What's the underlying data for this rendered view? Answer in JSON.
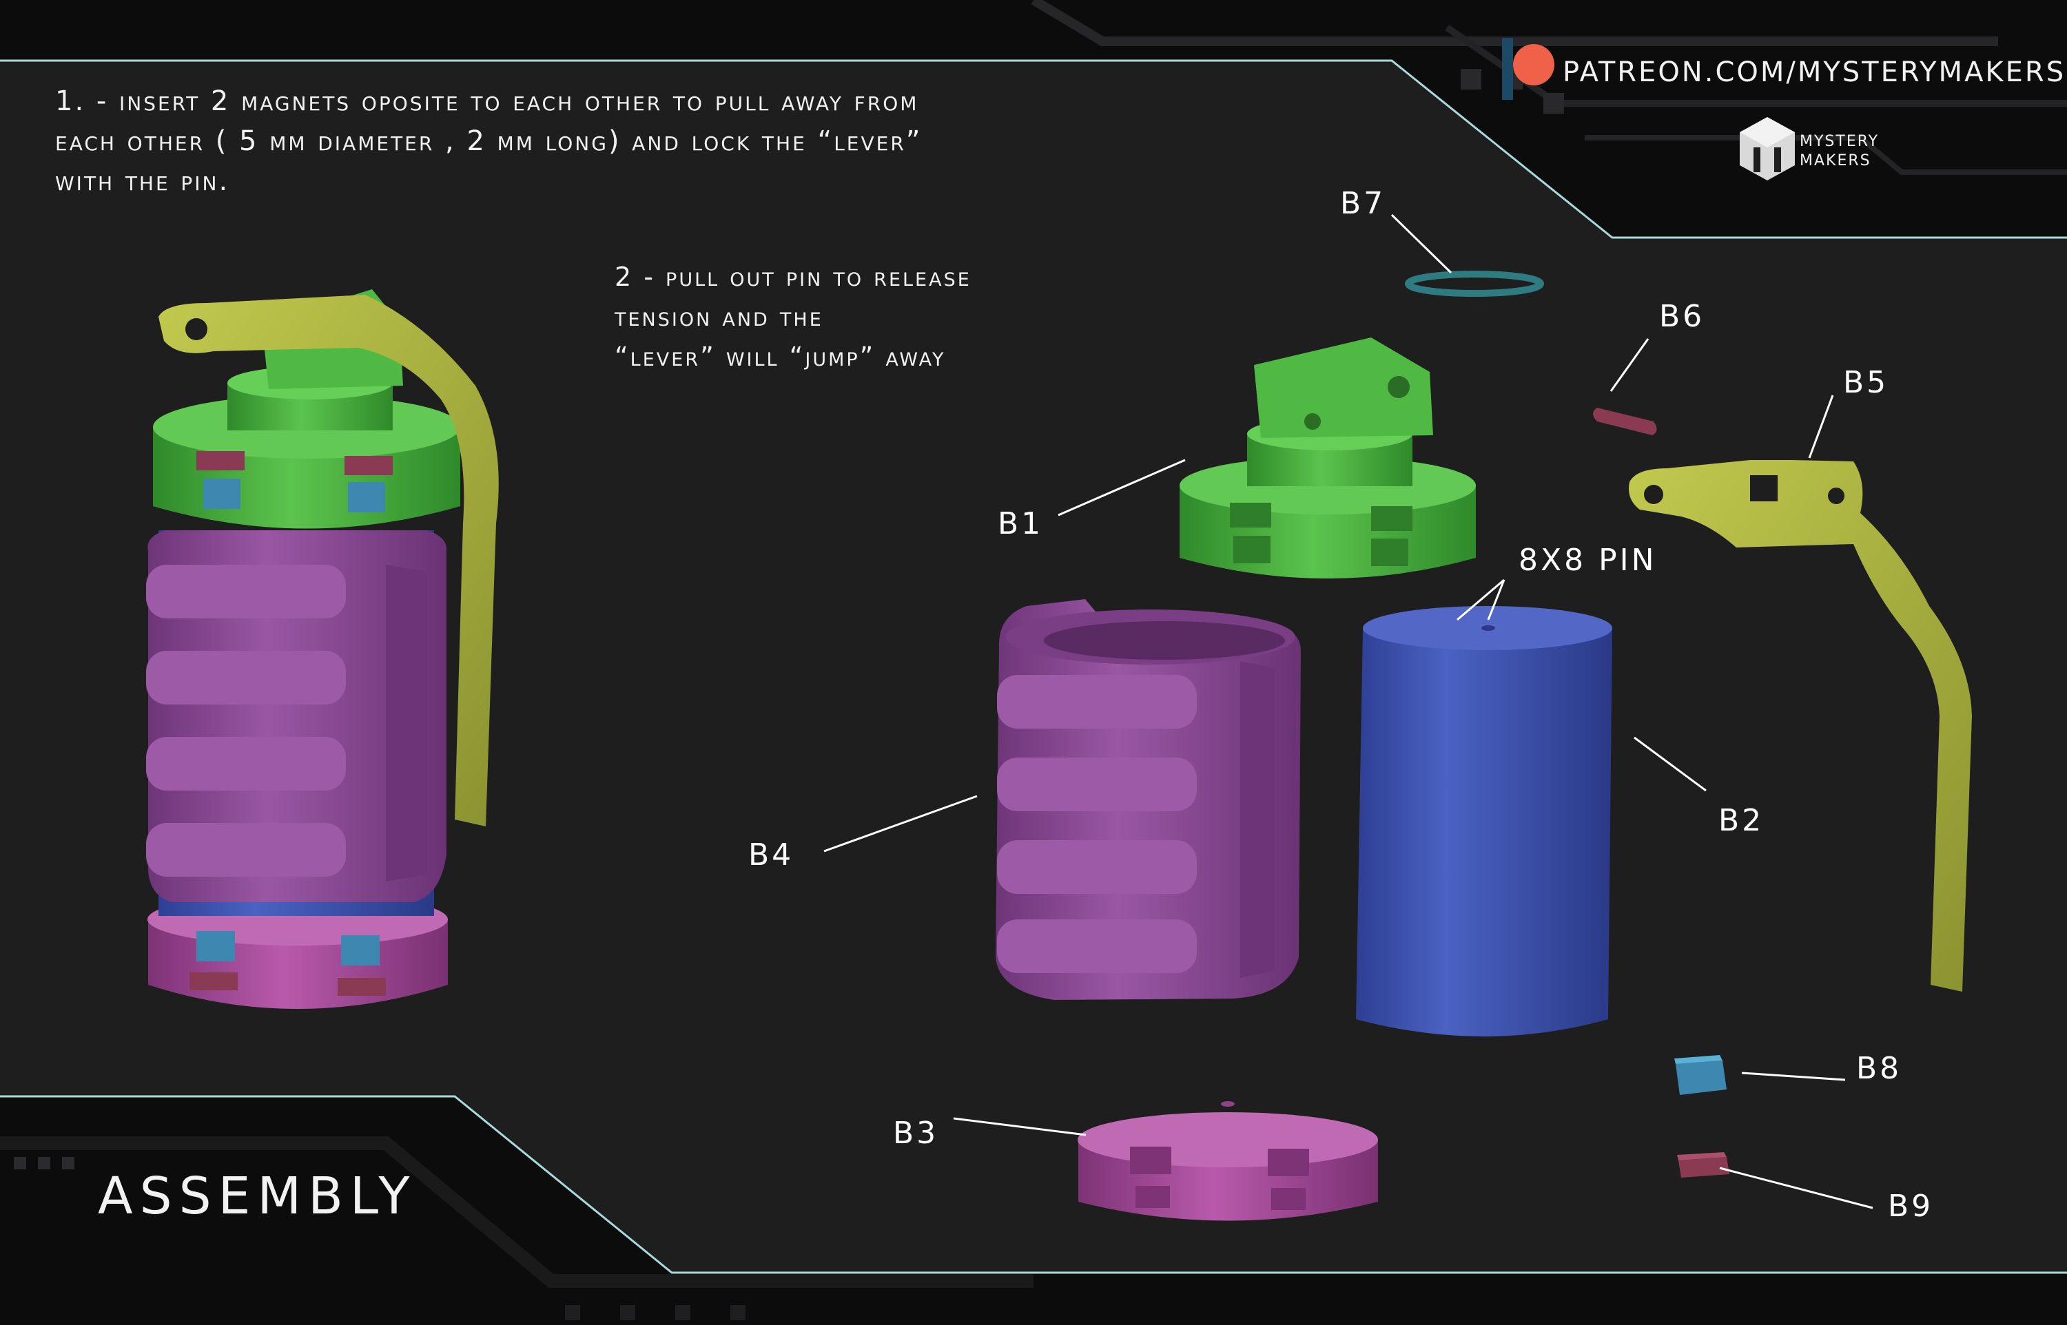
{
  "instructions": {
    "step1_line1": "1. - insert 2 magnets oposite to each other to pull away from",
    "step1_line2": "each other ( 5 mm diameter , 2 mm long) and lock the “lever”",
    "step1_line3": "with the pin.",
    "step2_line1": "2 - pull out pin to release",
    "step2_line2": "tension and the",
    "step2_line3": "“lever” will “jump” away"
  },
  "brand": {
    "patreon": "PATREON.COM/MYSTERYMAKERS",
    "logo_line1": "MYSTERY",
    "logo_line2": "MAKERS"
  },
  "section_title": "ASSEMBLY",
  "parts": {
    "B1": "B1",
    "B2": "B2",
    "B3": "B3",
    "B4": "B4",
    "B5": "B5",
    "B6": "B6",
    "B7": "B7",
    "B8": "B8",
    "B9": "B9",
    "pin_note": "8X8 PIN"
  },
  "colors": {
    "background": "#1e1e1f",
    "accent_edge": "#b9f0f2",
    "top_cap_green": "#49b340",
    "core_blue": "#3e56b2",
    "sleeve_purple": "#8a4a94",
    "bottom_cap_pink": "#a84a9c",
    "lever_yellow": "#a7b03c",
    "magnet_blue": "#3c88b0",
    "magnet_red": "#8a3a52",
    "patreon_red": "#f0614a"
  }
}
